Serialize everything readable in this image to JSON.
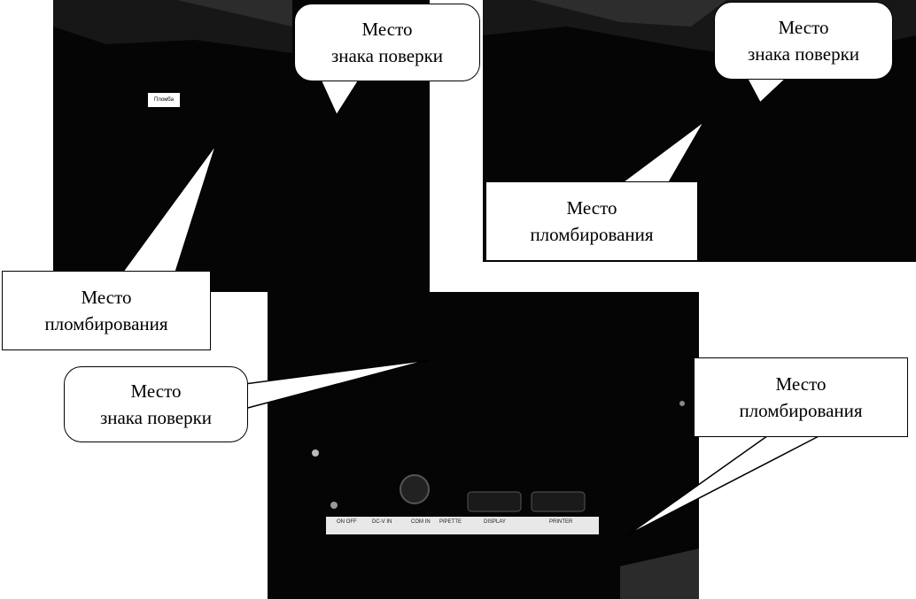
{
  "callouts": {
    "verification_mark_label": [
      "Место",
      "знака поверки"
    ],
    "sealing_label": [
      "Место",
      "пломбирования"
    ]
  },
  "device_tag": "Пломба",
  "panel_labels": [
    "ON OFF",
    "DC-V IN",
    "COM IN",
    "PIPETTE",
    "DISPLAY",
    "PRINTER"
  ]
}
